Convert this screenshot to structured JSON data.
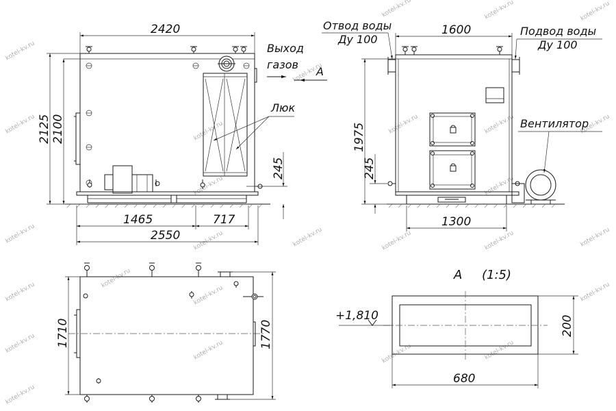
{
  "front_view": {
    "dim_width_top": "2420",
    "dim_height_outer": "2125",
    "dim_height_inner": "2100",
    "dim_245": "245",
    "dim_1465": "1465",
    "dim_717": "717",
    "dim_2550": "2550",
    "label_gas_outlet_line1": "Выход",
    "label_gas_outlet_line2": "газов",
    "label_view_a": "А",
    "label_hatch": "Люк"
  },
  "side_view": {
    "label_water_out_line1": "Отвод воды",
    "label_water_out_line2": "Ду 100",
    "label_water_in_line1": "Подвод воды",
    "label_water_in_line2": "Ду 100",
    "dim_width_top": "1600",
    "dim_height": "1975",
    "dim_245": "245",
    "dim_1300": "1300",
    "label_fan": "Вентилятор"
  },
  "top_view": {
    "dim_left": "1710",
    "dim_right": "1770"
  },
  "detail_a": {
    "title": "А",
    "scale": "(1:5)",
    "level_mark": "+1,810",
    "dim_height": "200",
    "dim_width": "680"
  },
  "watermark": "kotel-kv.ru"
}
